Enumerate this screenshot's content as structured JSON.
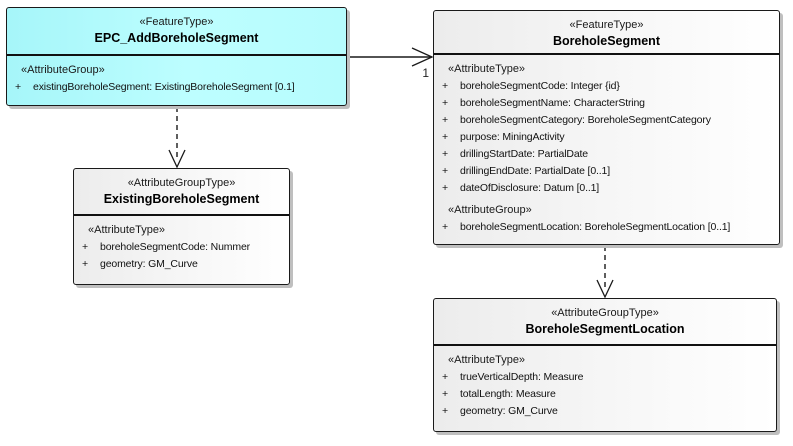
{
  "diagram": {
    "classes": {
      "epc_add_borehole_segment": {
        "stereotype": "«FeatureType»",
        "name": "EPC_AddBoreholeSegment",
        "fill": "#b6fcfd",
        "sections": [
          {
            "stereotype": "«AttributeGroup»",
            "attributes": [
              {
                "vis": "+",
                "text": "existingBoreholeSegment: ExistingBoreholeSegment [0.1]"
              }
            ]
          }
        ]
      },
      "borehole_segment": {
        "stereotype": "«FeatureType»",
        "name": "BoreholeSegment",
        "fill": "#f0f0f0",
        "sections": [
          {
            "stereotype": "«AttributeType»",
            "attributes": [
              {
                "vis": "+",
                "text": "boreholeSegmentCode: Integer {id}"
              },
              {
                "vis": "+",
                "text": "boreholeSegmentName: CharacterString"
              },
              {
                "vis": "+",
                "text": "boreholeSegmentCategory: BoreholeSegmentCategory"
              },
              {
                "vis": "+",
                "text": "purpose: MiningActivity"
              },
              {
                "vis": "+",
                "text": "drillingStartDate: PartialDate"
              },
              {
                "vis": "+",
                "text": "drillingEndDate: PartialDate [0..1]"
              },
              {
                "vis": "+",
                "text": "dateOfDisclosure: Datum [0..1]"
              }
            ]
          },
          {
            "stereotype": "«AttributeGroup»",
            "attributes": [
              {
                "vis": "+",
                "text": "boreholeSegmentLocation: BoreholeSegmentLocation [0..1]"
              }
            ]
          }
        ]
      },
      "existing_borehole_segment": {
        "stereotype": "«AttributeGroupType»",
        "name": "ExistingBoreholeSegment",
        "fill": "#f0f0f0",
        "sections": [
          {
            "stereotype": "«AttributeType»",
            "attributes": [
              {
                "vis": "+",
                "text": "boreholeSegmentCode: Nummer"
              },
              {
                "vis": "+",
                "text": "geometry: GM_Curve"
              }
            ]
          }
        ]
      },
      "borehole_segment_location": {
        "stereotype": "«AttributeGroupType»",
        "name": "BoreholeSegmentLocation",
        "fill": "#f0f0f0",
        "sections": [
          {
            "stereotype": "«AttributeType»",
            "attributes": [
              {
                "vis": "+",
                "text": "trueVerticalDepth: Measure"
              },
              {
                "vis": "+",
                "text": "totalLength: Measure"
              },
              {
                "vis": "+",
                "text": "geometry: GM_Curve"
              }
            ]
          }
        ]
      }
    },
    "connectors": {
      "association": {
        "type": "directed-association",
        "multiplicity": "1"
      },
      "dependency_left": {
        "type": "dependency"
      },
      "dependency_right": {
        "type": "dependency"
      }
    },
    "colors": {
      "feature_fill": "#b6fcfd",
      "default_fill": "#f0f0f0",
      "border": "#1a1a1a",
      "shadow": "#bfbfbf"
    }
  }
}
